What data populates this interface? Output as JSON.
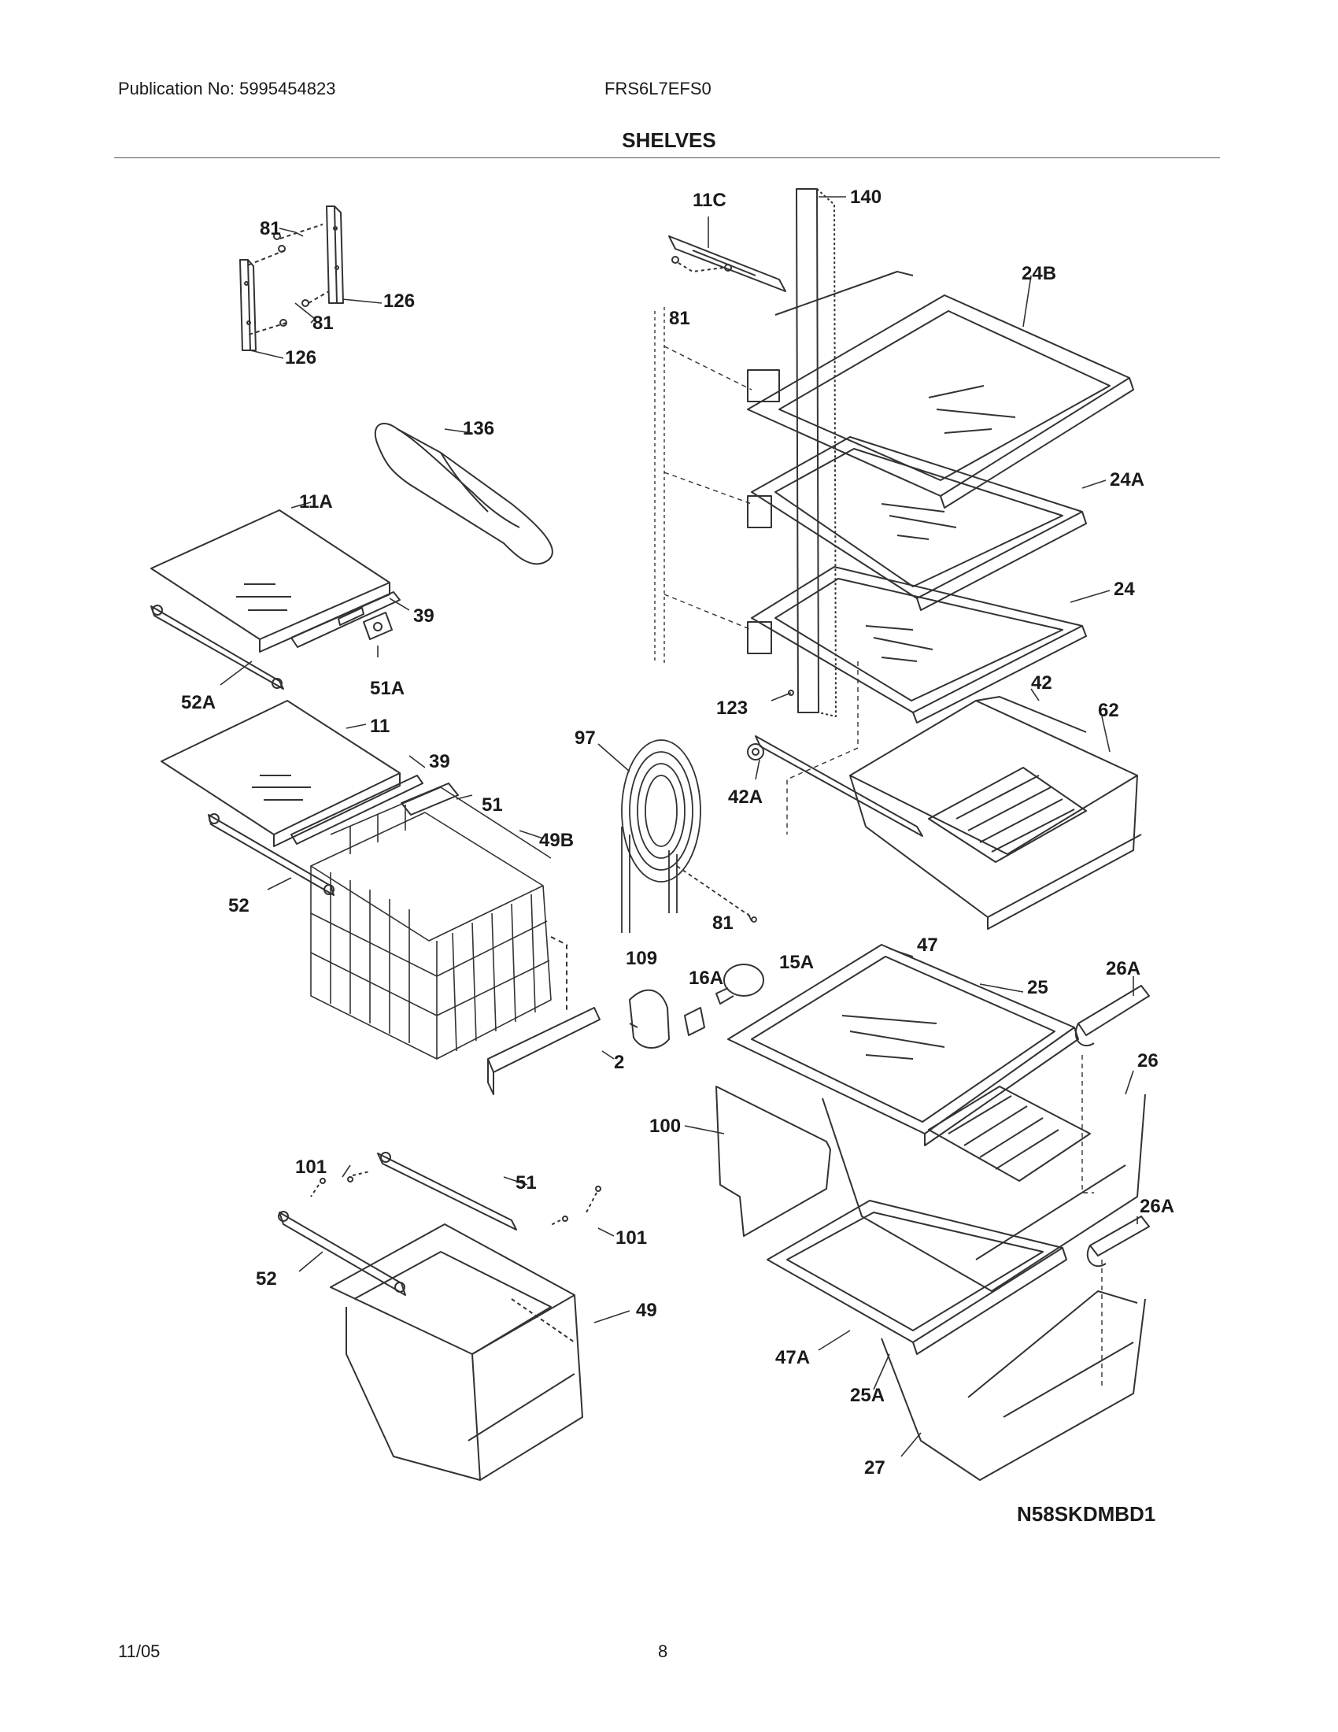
{
  "header": {
    "publication": "Publication No: 5995454823",
    "model": "FRS6L7EFS0",
    "section_title": "SHELVES"
  },
  "diagram": {
    "callouts": [
      {
        "id": "c-81a",
        "text": "81"
      },
      {
        "id": "c-126a",
        "text": "126"
      },
      {
        "id": "c-81b",
        "text": "81"
      },
      {
        "id": "c-126b",
        "text": "126"
      },
      {
        "id": "c-11c",
        "text": "11C"
      },
      {
        "id": "c-140",
        "text": "140"
      },
      {
        "id": "c-81c",
        "text": "81"
      },
      {
        "id": "c-24b",
        "text": "24B"
      },
      {
        "id": "c-136",
        "text": "136"
      },
      {
        "id": "c-24a",
        "text": "24A"
      },
      {
        "id": "c-11a",
        "text": "11A"
      },
      {
        "id": "c-24",
        "text": "24"
      },
      {
        "id": "c-39a",
        "text": "39"
      },
      {
        "id": "c-52a",
        "text": "52A"
      },
      {
        "id": "c-51a",
        "text": "51A"
      },
      {
        "id": "c-123",
        "text": "123"
      },
      {
        "id": "c-42",
        "text": "42"
      },
      {
        "id": "c-62",
        "text": "62"
      },
      {
        "id": "c-11",
        "text": "11"
      },
      {
        "id": "c-97",
        "text": "97"
      },
      {
        "id": "c-39b",
        "text": "39"
      },
      {
        "id": "c-42a",
        "text": "42A"
      },
      {
        "id": "c-51b",
        "text": "51"
      },
      {
        "id": "c-49b",
        "text": "49B"
      },
      {
        "id": "c-52b",
        "text": "52"
      },
      {
        "id": "c-81d",
        "text": "81"
      },
      {
        "id": "c-109",
        "text": "109"
      },
      {
        "id": "c-16a",
        "text": "16A"
      },
      {
        "id": "c-15a",
        "text": "15A"
      },
      {
        "id": "c-47",
        "text": "47"
      },
      {
        "id": "c-26a1",
        "text": "26A"
      },
      {
        "id": "c-25",
        "text": "25"
      },
      {
        "id": "c-2",
        "text": "2"
      },
      {
        "id": "c-26",
        "text": "26"
      },
      {
        "id": "c-100",
        "text": "100"
      },
      {
        "id": "c-101a",
        "text": "101"
      },
      {
        "id": "c-51c",
        "text": "51"
      },
      {
        "id": "c-101b",
        "text": "101"
      },
      {
        "id": "c-26a2",
        "text": "26A"
      },
      {
        "id": "c-52c",
        "text": "52"
      },
      {
        "id": "c-49",
        "text": "49"
      },
      {
        "id": "c-47a",
        "text": "47A"
      },
      {
        "id": "c-25a",
        "text": "25A"
      },
      {
        "id": "c-27",
        "text": "27"
      }
    ],
    "diagram_code": "N58SKDMBD1"
  },
  "footer": {
    "date": "11/05",
    "page_number": "8"
  },
  "colors": {
    "ink": "#1a1a1a",
    "line": "#333333"
  }
}
